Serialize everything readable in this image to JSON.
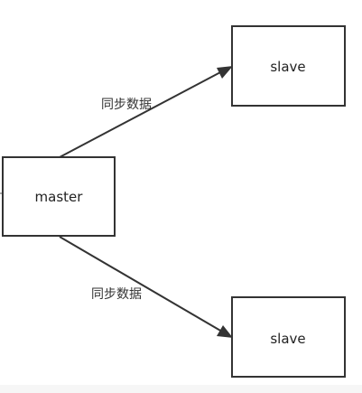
{
  "diagram": {
    "nodes": {
      "master": {
        "label": "master"
      },
      "slave_top": {
        "label": "slave"
      },
      "slave_bottom": {
        "label": "slave"
      }
    },
    "edges": {
      "master_to_slave_top": {
        "label": "同步数据"
      },
      "master_to_slave_bottom": {
        "label": "同步数据"
      }
    }
  }
}
